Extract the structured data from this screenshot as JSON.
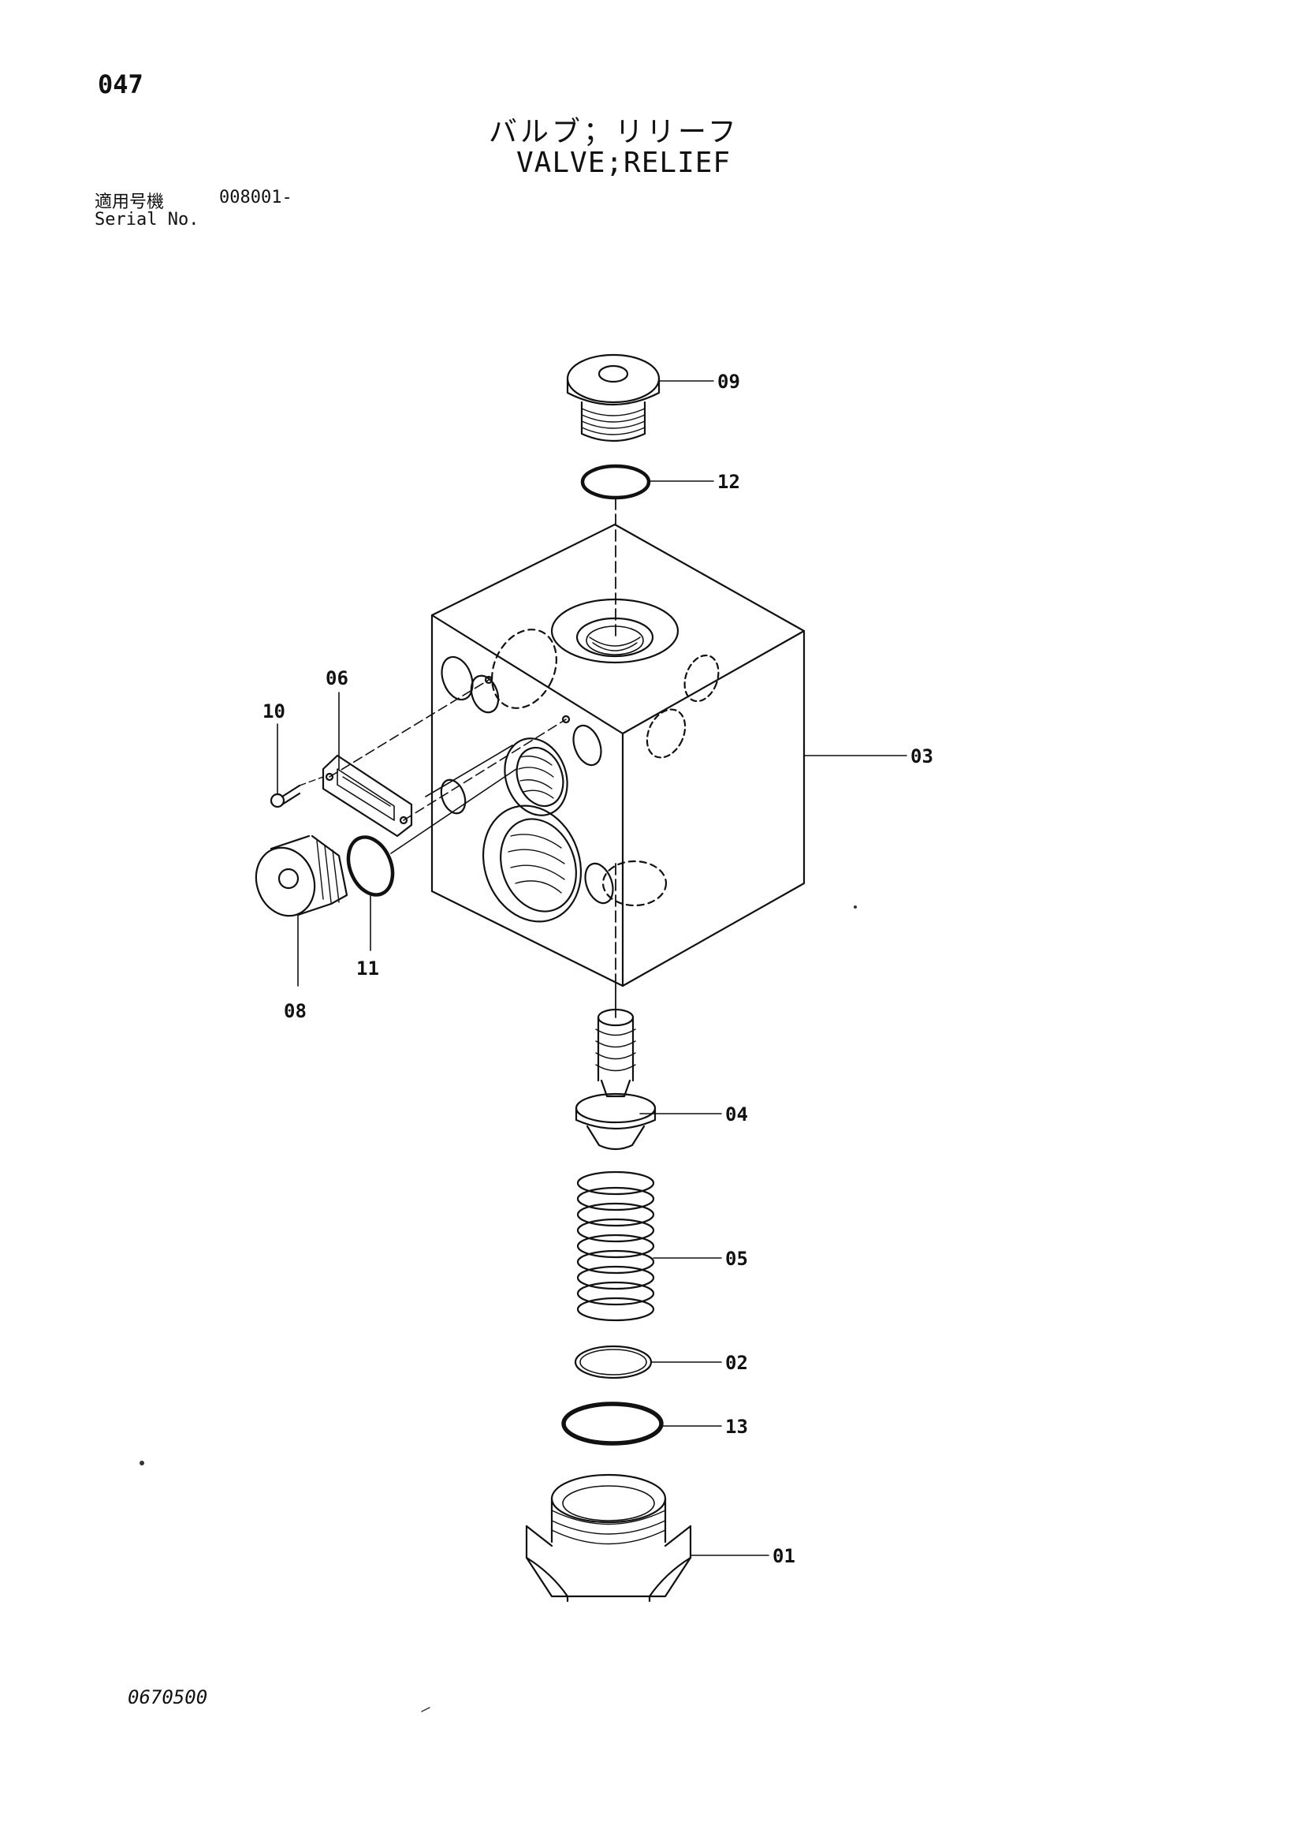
{
  "header": {
    "page_number": "047",
    "title_jp": "バルブ；リリーフ",
    "title_en": "VALVE;RELIEF",
    "serial_label_jp": "適用号機",
    "serial_value": "008001-",
    "serial_label_en": "Serial No."
  },
  "parts": [
    {
      "id": "01",
      "name": "plug-hex"
    },
    {
      "id": "02",
      "name": "ring"
    },
    {
      "id": "03",
      "name": "valve-block"
    },
    {
      "id": "04",
      "name": "poppet"
    },
    {
      "id": "05",
      "name": "spring"
    },
    {
      "id": "06",
      "name": "nameplate"
    },
    {
      "id": "08",
      "name": "plug-side"
    },
    {
      "id": "09",
      "name": "plug-top"
    },
    {
      "id": "10",
      "name": "screw"
    },
    {
      "id": "11",
      "name": "o-ring-side"
    },
    {
      "id": "12",
      "name": "o-ring-top"
    },
    {
      "id": "13",
      "name": "o-ring-bottom"
    }
  ],
  "footer": {
    "drawing_number": "0670500"
  }
}
